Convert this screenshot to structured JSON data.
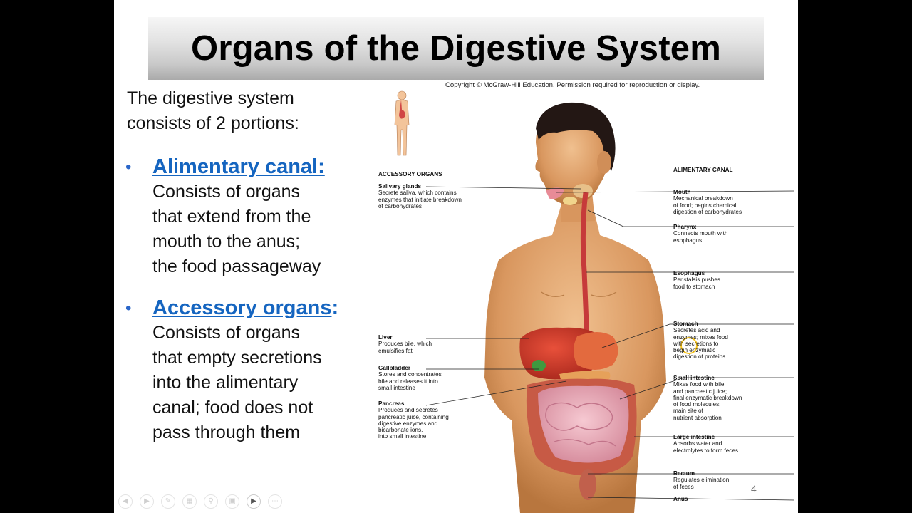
{
  "slide": {
    "title": "Organs of the Digestive System",
    "copyright": "Copyright © McGraw-Hill Education. Permission required for reproduction or display.",
    "intro_line1": "The digestive system",
    "intro_line2": "consists of 2 portions:",
    "bullets": [
      {
        "heading": "Alimentary canal:",
        "colon": "",
        "lines": [
          "Consists of organs",
          "that extend from the",
          "mouth to the anus;",
          "the food passageway"
        ]
      },
      {
        "heading": "Accessory organs",
        "colon": ":",
        "lines": [
          "Consists of organs",
          "that empty secretions",
          "into the alimentary",
          "canal; food does not",
          "pass through them"
        ]
      }
    ],
    "slide_number": "4"
  },
  "figure": {
    "accessory_header": "ACCESSORY ORGANS",
    "alimentary_header": "ALIMENTARY CANAL",
    "left_labels": [
      {
        "name": "Salivary glands",
        "desc": [
          "Secrete saliva, which contains",
          "enzymes that initiate breakdown",
          "of carbohydrates"
        ]
      },
      {
        "name": "Liver",
        "desc": [
          "Produces bile, which",
          "emulsifies fat"
        ]
      },
      {
        "name": "Gallbladder",
        "desc": [
          "Stores and concentrates",
          "bile and releases it into",
          "small intestine"
        ]
      },
      {
        "name": "Pancreas",
        "desc": [
          "Produces and secretes",
          "pancreatic juice, containing",
          "digestive enzymes and",
          "bicarbonate ions,",
          "into small intestine"
        ]
      }
    ],
    "right_labels": [
      {
        "name": "Mouth",
        "desc": [
          "Mechanical breakdown",
          "of food; begins chemical",
          "digestion of carbohydrates"
        ]
      },
      {
        "name": "Pharynx",
        "desc": [
          "Connects mouth with",
          "esophagus"
        ]
      },
      {
        "name": "Esophagus",
        "desc": [
          "Peristalsis pushes",
          "food to stomach"
        ]
      },
      {
        "name": "Stomach",
        "desc": [
          "Secretes acid and",
          "enzymes; mixes food",
          "with secretions to",
          "begin enzymatic",
          "digestion of proteins"
        ]
      },
      {
        "name": "Small intestine",
        "desc": [
          "Mixes food with bile",
          "and pancreatic juice;",
          "final enzymatic breakdown",
          "of food molecules;",
          "main site of",
          "nutrient absorption"
        ]
      },
      {
        "name": "Large intestine",
        "desc": [
          "Absorbs water and",
          "electrolytes to form feces"
        ]
      },
      {
        "name": "Rectum",
        "desc": [
          "Regulates elimination",
          "of feces"
        ]
      },
      {
        "name": "Anus",
        "desc": []
      }
    ]
  },
  "toolbar": {
    "icons": [
      "prev-icon",
      "next-icon",
      "pen-icon",
      "slides-icon",
      "zoom-icon",
      "subtitles-icon",
      "camera-icon",
      "more-icon"
    ]
  }
}
